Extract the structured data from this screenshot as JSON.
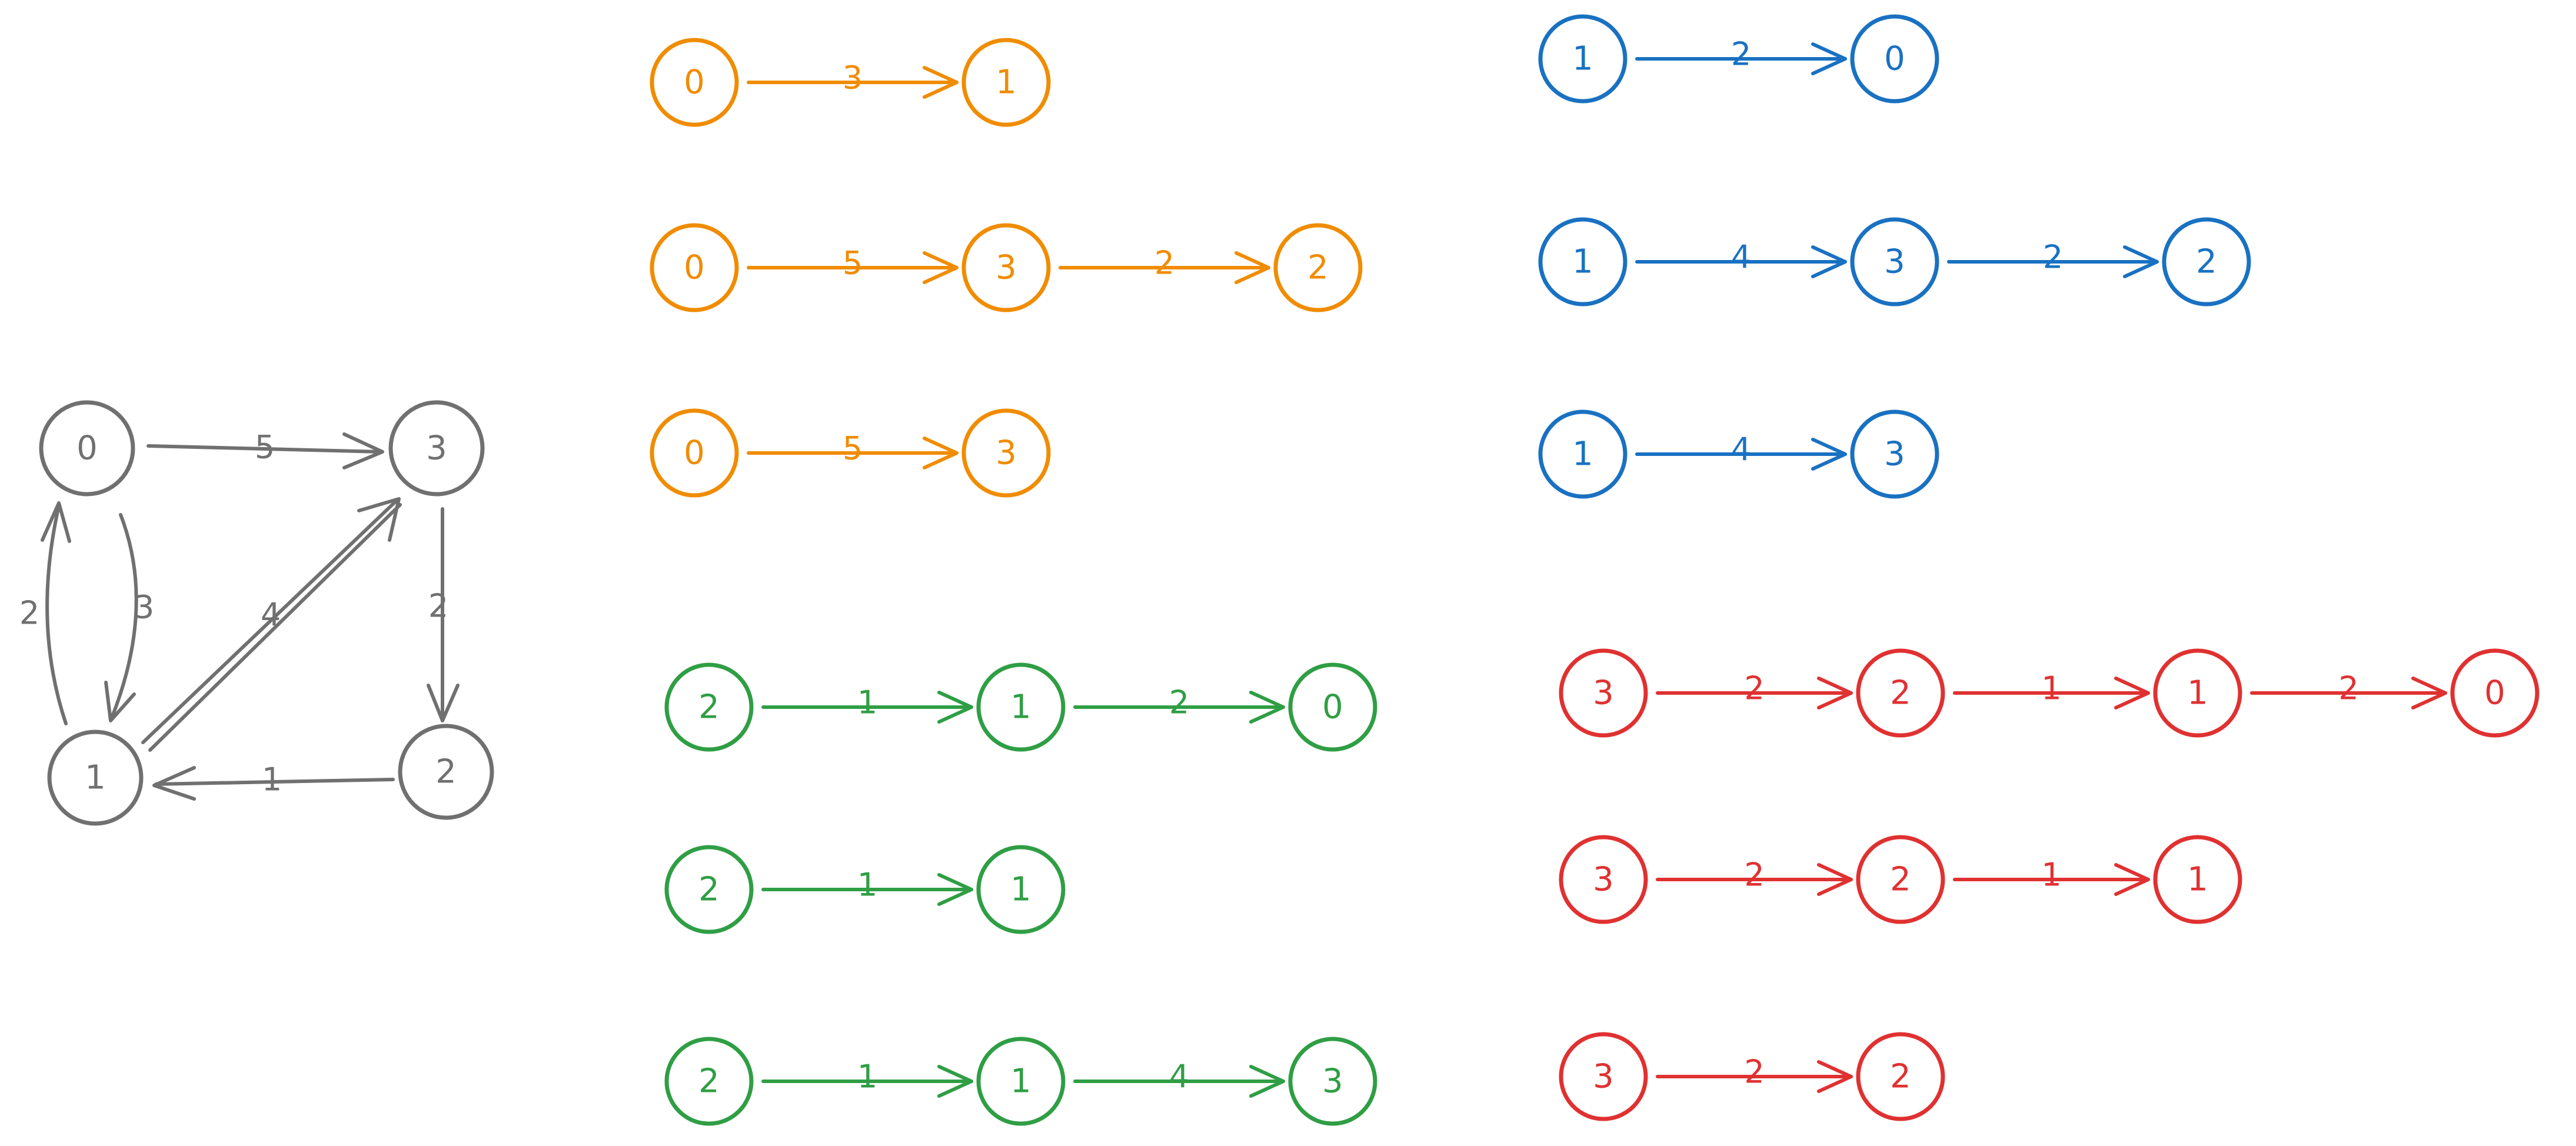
{
  "colors": {
    "graph": "#707070",
    "path_source_0": "#f08c00",
    "path_source_1": "#1971c2",
    "path_source_2": "#2f9e44",
    "path_source_3": "#e03131"
  },
  "graph": {
    "nodes": [
      "0",
      "1",
      "2",
      "3"
    ],
    "edges": [
      {
        "from": "0",
        "to": "3",
        "weight": "5"
      },
      {
        "from": "0",
        "to": "1",
        "weight": "3"
      },
      {
        "from": "1",
        "to": "0",
        "weight": "2"
      },
      {
        "from": "1",
        "to": "3",
        "weight": "4"
      },
      {
        "from": "3",
        "to": "2",
        "weight": "2"
      },
      {
        "from": "2",
        "to": "1",
        "weight": "1"
      }
    ]
  },
  "paths": {
    "from_0": [
      {
        "nodes": [
          "0",
          "1"
        ],
        "weights": [
          "3"
        ]
      },
      {
        "nodes": [
          "0",
          "3",
          "2"
        ],
        "weights": [
          "5",
          "2"
        ]
      },
      {
        "nodes": [
          "0",
          "3"
        ],
        "weights": [
          "5"
        ]
      }
    ],
    "from_1": [
      {
        "nodes": [
          "1",
          "0"
        ],
        "weights": [
          "2"
        ]
      },
      {
        "nodes": [
          "1",
          "3",
          "2"
        ],
        "weights": [
          "4",
          "2"
        ]
      },
      {
        "nodes": [
          "1",
          "3"
        ],
        "weights": [
          "4"
        ]
      }
    ],
    "from_2": [
      {
        "nodes": [
          "2",
          "1",
          "0"
        ],
        "weights": [
          "1",
          "2"
        ]
      },
      {
        "nodes": [
          "2",
          "1"
        ],
        "weights": [
          "1"
        ]
      },
      {
        "nodes": [
          "2",
          "1",
          "3"
        ],
        "weights": [
          "1",
          "4"
        ]
      }
    ],
    "from_3": [
      {
        "nodes": [
          "3",
          "2",
          "1",
          "0"
        ],
        "weights": [
          "2",
          "1",
          "2"
        ]
      },
      {
        "nodes": [
          "3",
          "2",
          "1"
        ],
        "weights": [
          "2",
          "1"
        ]
      },
      {
        "nodes": [
          "3",
          "2"
        ],
        "weights": [
          "2"
        ]
      }
    ]
  }
}
